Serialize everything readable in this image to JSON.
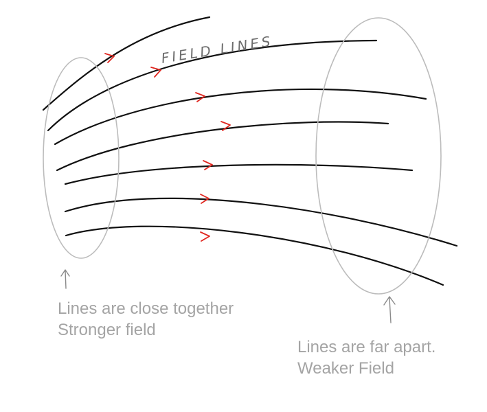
{
  "diagram": {
    "field_label": "FIELD LINES",
    "notes": {
      "left": [
        "Lines are close together",
        "Stronger field"
      ],
      "right": [
        "Lines are far apart.",
        "Weaker Field"
      ]
    },
    "colors": {
      "field_line": "#111111",
      "arrow": "#e0261f",
      "region_outline": "#bcbcbc",
      "note_text": "#a4a4a4"
    },
    "icons": [
      "arrow-up-icon",
      "arrow-right-icon"
    ]
  }
}
